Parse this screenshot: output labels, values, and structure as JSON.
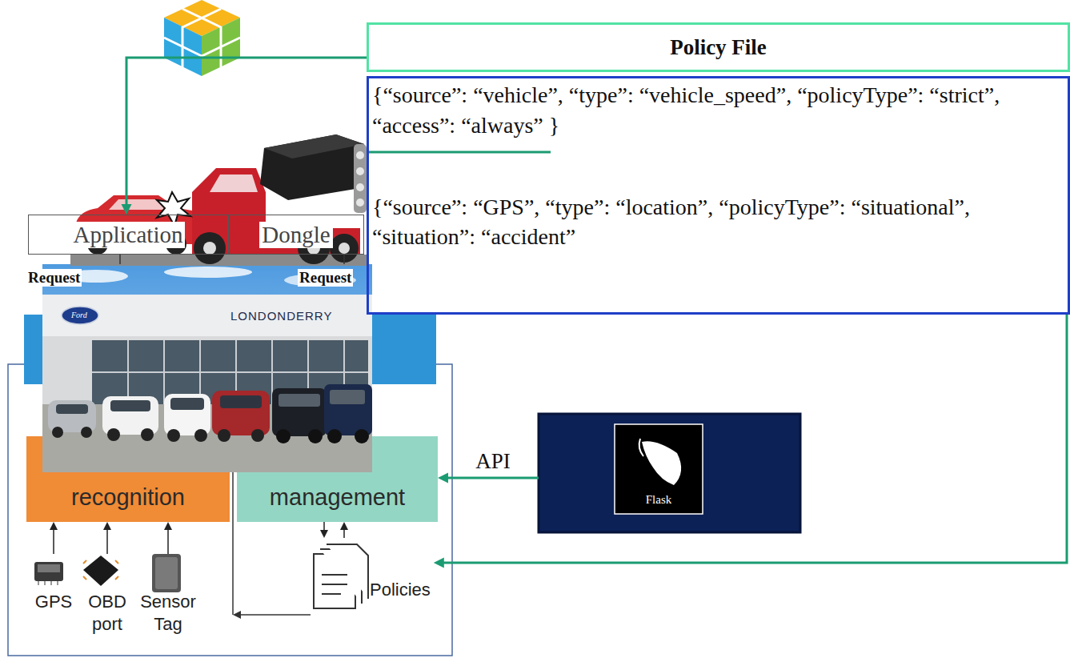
{
  "diagram": {
    "nodes": [
      {
        "text": [
          "Policy File"
        ]
      },
      {
        "text": [
          "{“source”: “vehicle”, “type”: “vehicle_speed”, “policyType”: “strict”, “access”: “always” }",
          "{“source”: “GPS”, “type”: “location”, “policyType”: “situational”, “situation”: “accident”"
        ]
      },
      {
        "text": [
          "Application"
        ]
      },
      {
        "text": [
          "Dongle"
        ]
      },
      {
        "text": [
          "recognition"
        ]
      },
      {
        "text": [
          "management"
        ]
      },
      {
        "text": [
          "GPS"
        ]
      },
      {
        "text": [
          "OBD port"
        ]
      },
      {
        "text": [
          "Sensor Tag"
        ]
      },
      {
        "text": [
          "Policies"
        ]
      },
      {
        "text": [
          "Flask"
        ]
      }
    ],
    "edges": [
      {
        "from": 0,
        "to": 2,
        "arrow": "to"
      },
      {
        "from": 1,
        "to": 9,
        "arrow": "to"
      },
      {
        "from": 10,
        "to": 5,
        "arrow": "to",
        "label": "API"
      },
      {
        "from": 5,
        "to": 9,
        "arrow": "to"
      },
      {
        "from": 9,
        "to": 5,
        "arrow": "to"
      },
      {
        "from": 6,
        "to": 4,
        "arrow": "to"
      },
      {
        "from": 7,
        "to": 4,
        "arrow": "to"
      },
      {
        "from": 8,
        "to": 4,
        "arrow": "to"
      }
    ],
    "labels": [
      "Request",
      "Request",
      "LONDONDERRY",
      "Ford"
    ]
  }
}
